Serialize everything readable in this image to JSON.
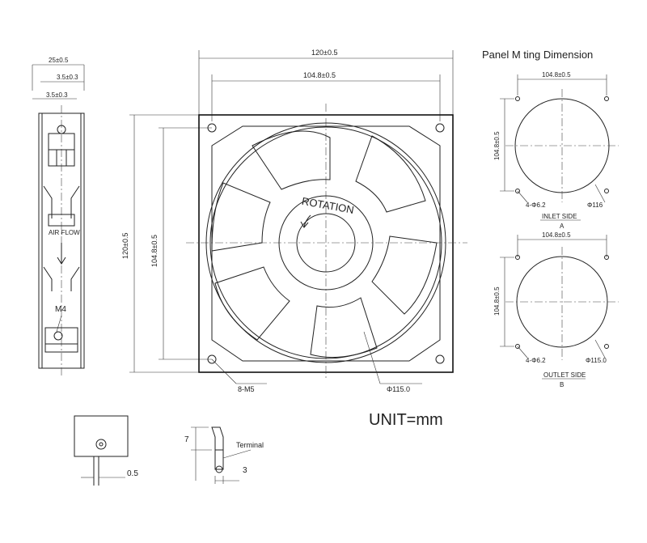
{
  "side_view": {
    "width_total": "25±0.5",
    "width_a": "3.5±0.3",
    "width_b": "3.5±0.3",
    "air_flow": "AIR FLOW",
    "screw": "M4"
  },
  "front_view": {
    "width_outer": "120±0.5",
    "width_holes": "104.8±0.5",
    "height_outer": "120±0.5",
    "height_holes": "104.8±0.5",
    "rotation": "ROTATION",
    "mount_holes": "8-M5",
    "blade_diameter": "Φ115.0"
  },
  "panel": {
    "title": "Panel M  ting Dimension",
    "inlet": {
      "width": "104.8±0.5",
      "height": "104.8±0.5",
      "holes": "4-Φ6.2",
      "diameter": "Φ116",
      "side_label": "INLET SIDE",
      "letter": "A"
    },
    "outlet": {
      "width": "104.8±0.5",
      "height": "104.8±0.5",
      "holes": "4-Φ6.2",
      "diameter": "Φ115.0",
      "side_label": "OUTLET SIDE",
      "letter": "B"
    }
  },
  "unit": "UNIT=mm",
  "terminal_detail": {
    "thickness": "0.5",
    "height": "7",
    "terminal_label": "Terminal",
    "width": "3"
  }
}
